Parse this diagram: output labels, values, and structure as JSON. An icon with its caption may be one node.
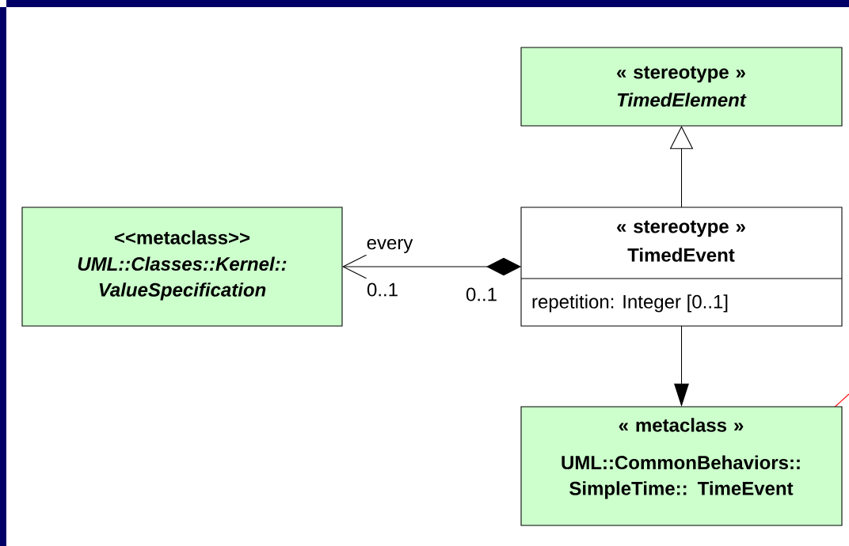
{
  "diagram": {
    "nodes": [
      {
        "text": [
          "« stereotype »",
          "TimedElement"
        ]
      },
      {
        "text": [
          "<<metaclass>>",
          "UML::Classes::Kernel:: ValueSpecification"
        ]
      },
      {
        "text": [
          "« stereotype »",
          "TimedEvent",
          "repetition: Integer [0..1]"
        ]
      },
      {
        "text": [
          "« metaclass »",
          "UML::CommonBehaviors:: SimpleTime:: TimeEvent"
        ]
      }
    ],
    "edges": [
      {
        "from": 2,
        "to": 0,
        "arrow": "to"
      },
      {
        "from": 2,
        "to": 1,
        "arrow": "to",
        "label": "every"
      },
      {
        "from": 2,
        "to": 3,
        "arrow": "to"
      }
    ],
    "labels": [
      "0..1",
      "0..1"
    ]
  }
}
